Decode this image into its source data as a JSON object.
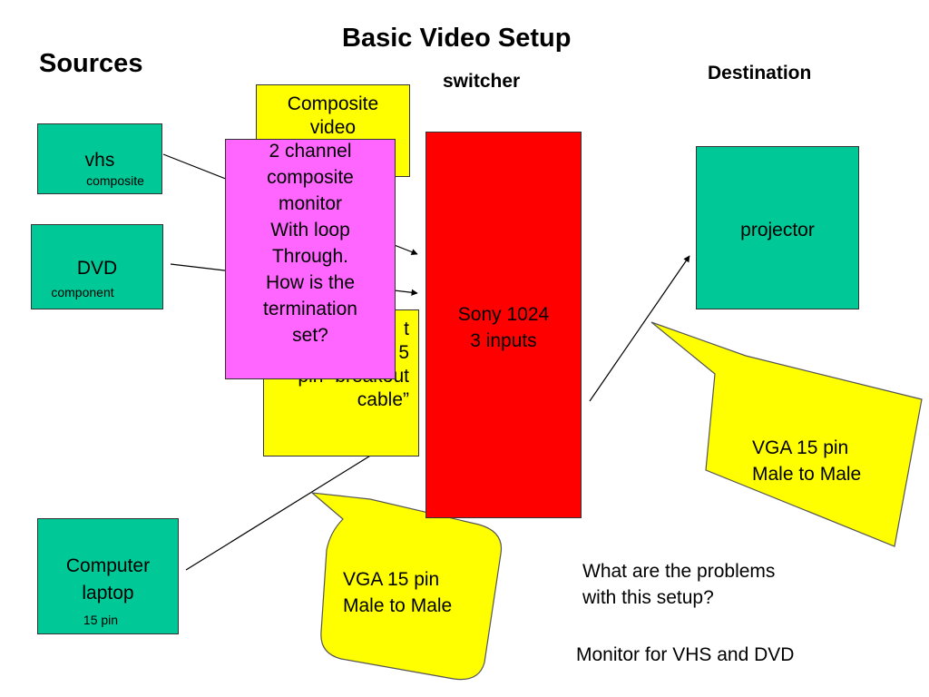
{
  "title": "Basic Video Setup",
  "sources_label": "Sources",
  "switcher_label": "switcher",
  "destination_label": "Destination",
  "sources": {
    "vhs": {
      "label": "vhs",
      "sublabel": "composite"
    },
    "dvd": {
      "label": "DVD",
      "sublabel": "component"
    },
    "computer": {
      "label": "Computer\nlaptop",
      "sublabel": "15 pin"
    }
  },
  "cable_notes": {
    "composite": "Composite\nvideo",
    "breakout": "t\n5\npin “breakout\ncable”"
  },
  "monitor_note": "2 channel\ncomposite\nmonitor\nWith loop\nThrough.\nHow is the\ntermination\nset?",
  "switcher_box": "Sony 1024\n3 inputs",
  "projector": "projector",
  "callouts": {
    "vga_left": "VGA 15 pin\nMale to Male",
    "vga_right": "VGA 15 pin\nMale to Male"
  },
  "question": "What are the problems\n with this setup?",
  "answer": "Monitor for VHS and DVD",
  "colors": {
    "source_green": "#00c896",
    "note_yellow": "#ffff00",
    "monitor_magenta": "#ff66ff",
    "switcher_red": "#ff0000"
  }
}
